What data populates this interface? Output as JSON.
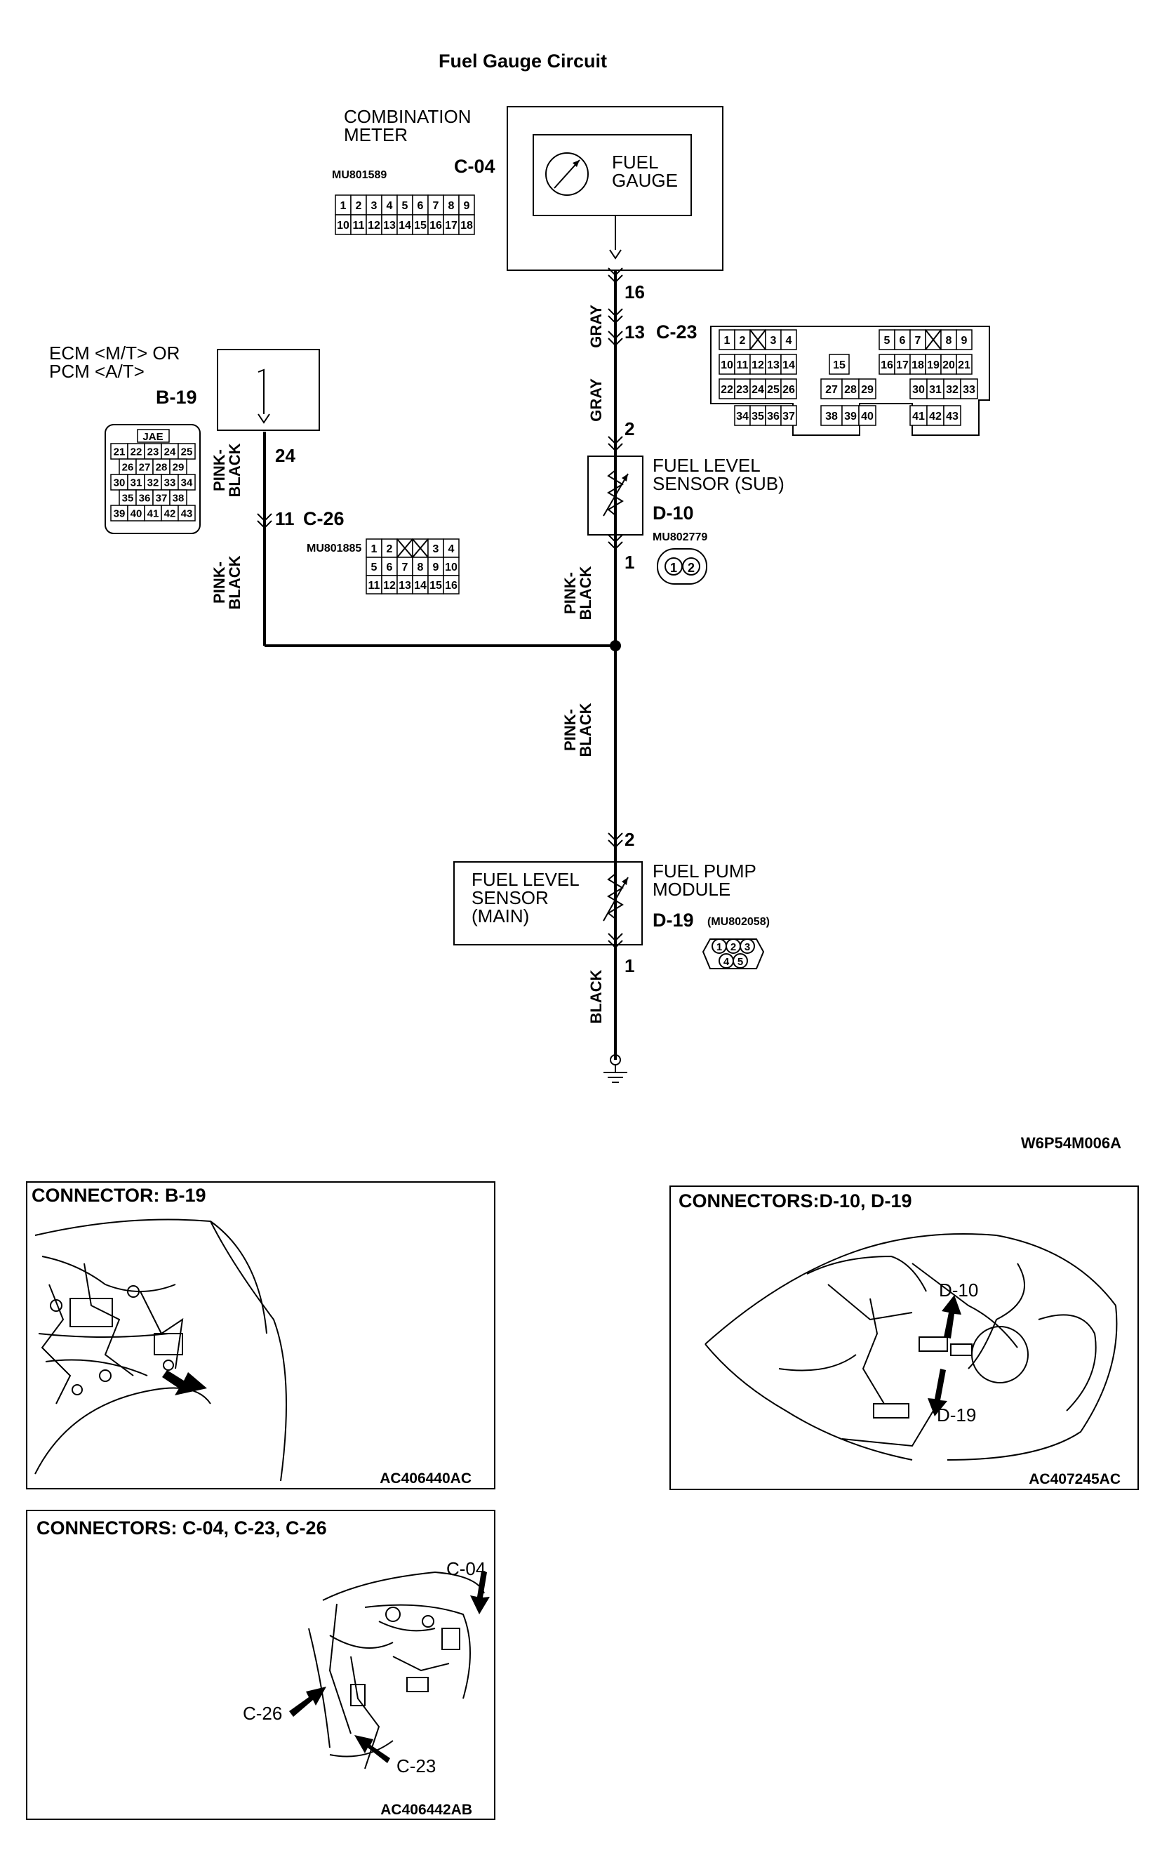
{
  "title": "Fuel Gauge Circuit",
  "figure_id": "W6P54M006A",
  "combination_meter": {
    "name": "COMBINATION\nMETER",
    "connector_id": "C-04",
    "part_no": "MU801589",
    "gauge_label": "FUEL\nGAUGE",
    "pins_row1": [
      "1",
      "2",
      "3",
      "4",
      "5",
      "6",
      "7",
      "8",
      "9"
    ],
    "pins_row2": [
      "10",
      "11",
      "12",
      "13",
      "14",
      "15",
      "16",
      "17",
      "18"
    ]
  },
  "ecm": {
    "name": "ECM <M/T> OR\nPCM <A/T>",
    "connector_id": "B-19",
    "maker_label": "JAE",
    "pins_row1": [
      "21",
      "22",
      "23",
      "24",
      "25"
    ],
    "pins_row2": [
      "26",
      "27",
      "28",
      "29"
    ],
    "pins_row3": [
      "30",
      "31",
      "32",
      "33",
      "34"
    ],
    "pins_row4": [
      "35",
      "36",
      "37",
      "38"
    ],
    "pins_row5": [
      "39",
      "40",
      "41",
      "42",
      "43"
    ]
  },
  "c23": {
    "connector_id": "C-23",
    "left_row1": [
      "1",
      "2",
      "",
      "3",
      "4"
    ],
    "left_row2": [
      "10",
      "11",
      "12",
      "13",
      "14"
    ],
    "left_row3": [
      "22",
      "23",
      "24",
      "25",
      "26"
    ],
    "left_row4": [
      "34",
      "35",
      "36",
      "37"
    ],
    "mid_row2": "15",
    "mid_row3": [
      "27",
      "28",
      "29"
    ],
    "mid_row4": [
      "38",
      "39",
      "40"
    ],
    "right_row1": [
      "5",
      "6",
      "7",
      "",
      "8",
      "9"
    ],
    "right_row2": [
      "16",
      "17",
      "18",
      "19",
      "20",
      "21"
    ],
    "right_row3": [
      "30",
      "31",
      "32",
      "33"
    ],
    "right_row4": [
      "41",
      "42",
      "43"
    ]
  },
  "c26": {
    "connector_id": "C-26",
    "part_no": "MU801885",
    "row1": [
      "1",
      "2",
      "",
      "",
      "3",
      "4"
    ],
    "row2": [
      "5",
      "6",
      "7",
      "8",
      "9",
      "10"
    ],
    "row3": [
      "11",
      "12",
      "13",
      "14",
      "15",
      "16"
    ]
  },
  "sub_sensor": {
    "name": "FUEL LEVEL\nSENSOR (SUB)",
    "connector_id": "D-10",
    "part_no": "MU802779",
    "pins": [
      "1",
      "2"
    ]
  },
  "pump_module": {
    "name": "FUEL PUMP\nMODULE",
    "sensor_name": "FUEL LEVEL\nSENSOR\n(MAIN)",
    "connector_id": "D-19",
    "part_no": "(MU802058)",
    "pins_row1": [
      "1",
      "2",
      "3"
    ],
    "pins_row2": [
      "4",
      "5"
    ]
  },
  "wires": {
    "gray_upper": "GRAY",
    "gray_lower": "GRAY",
    "pink_black_ecm": "PINK-\nBLACK",
    "pink_black_c26": "PINK-\nBLACK",
    "pink_black_sub": "PINK-\nBLACK",
    "pink_black_trunk": "PINK-\nBLACK",
    "black": "BLACK"
  },
  "terminals": {
    "meter_16": "16",
    "c23_13": "13",
    "sub_2": "2",
    "sub_1": "1",
    "ecm_24": "24",
    "c26_11": "11",
    "pump_2": "2",
    "pump_1": "1"
  },
  "location_views": {
    "b19": {
      "title": "CONNECTOR: B-19",
      "code": "AC406440AC"
    },
    "d10_d19": {
      "title": "CONNECTORS:D-10, D-19",
      "code": "AC407245AC",
      "label_d10": "D-10",
      "label_d19": "D-19"
    },
    "c04_c23_c26": {
      "title": "CONNECTORS: C-04, C-23, C-26",
      "code": "AC406442AB",
      "label_c04": "C-04",
      "label_c26": "C-26",
      "label_c23": "C-23"
    }
  }
}
